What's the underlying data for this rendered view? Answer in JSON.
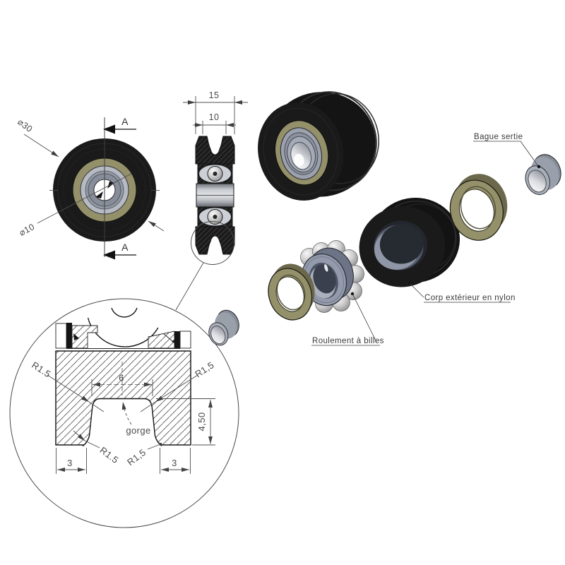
{
  "front_view": {
    "outer_diameter_label": "⌀30",
    "bore_diameter_label": "⌀10",
    "section_letter": "A"
  },
  "side_view": {
    "overall_width": "15",
    "inner_width": "10"
  },
  "detail_view": {
    "radius_top_left": "R1.5",
    "radius_top_right": "R1,5",
    "radius_bottom_left": "R1.5",
    "radius_bottom_right": "R1,5",
    "groove_width": "6",
    "groove_depth": "4,50",
    "flange_width_left": "3",
    "flange_width_right": "3",
    "groove_label": "gorge"
  },
  "exploded_view": {
    "crimped_ring_label": "Bague sertie",
    "outer_body_label": "Corp extérieur en nylon",
    "ball_bearing_label": "Roulement à billes"
  },
  "colors": {
    "background": "#ffffff",
    "nylon_black": "#1a1a1a",
    "ring_olive": "#93906a",
    "metal_light": "#c9cdd4",
    "metal_mid": "#989ead",
    "drawing_line": "#3f3f3f",
    "dimension_text": "#4a4a4a"
  }
}
